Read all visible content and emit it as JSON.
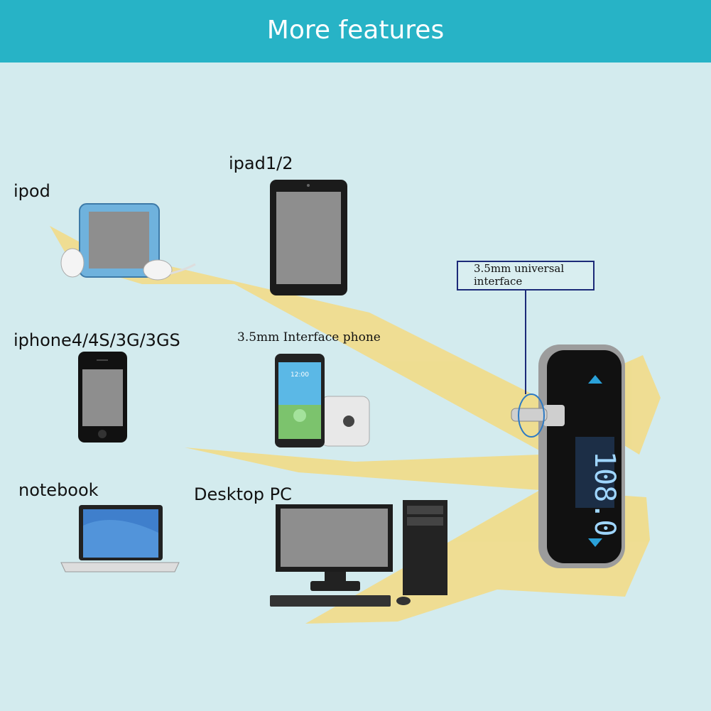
{
  "banner": {
    "title": "More features"
  },
  "devices": {
    "ipod": "ipod",
    "ipad": "ipad1/2",
    "iphone": "iphone4/4S/3G/3GS",
    "interface_phone": "3.5mm Interface phone",
    "notebook": "notebook",
    "desktop": "Desktop PC"
  },
  "callout": {
    "line1": "3.5mm universal",
    "line2": "interface"
  },
  "transmitter": {
    "frequency": "108.0"
  },
  "colors": {
    "banner": "#27b3c6",
    "background": "#d3ebee",
    "beam": "#f4df87",
    "callout_border": "#1c2a78"
  }
}
